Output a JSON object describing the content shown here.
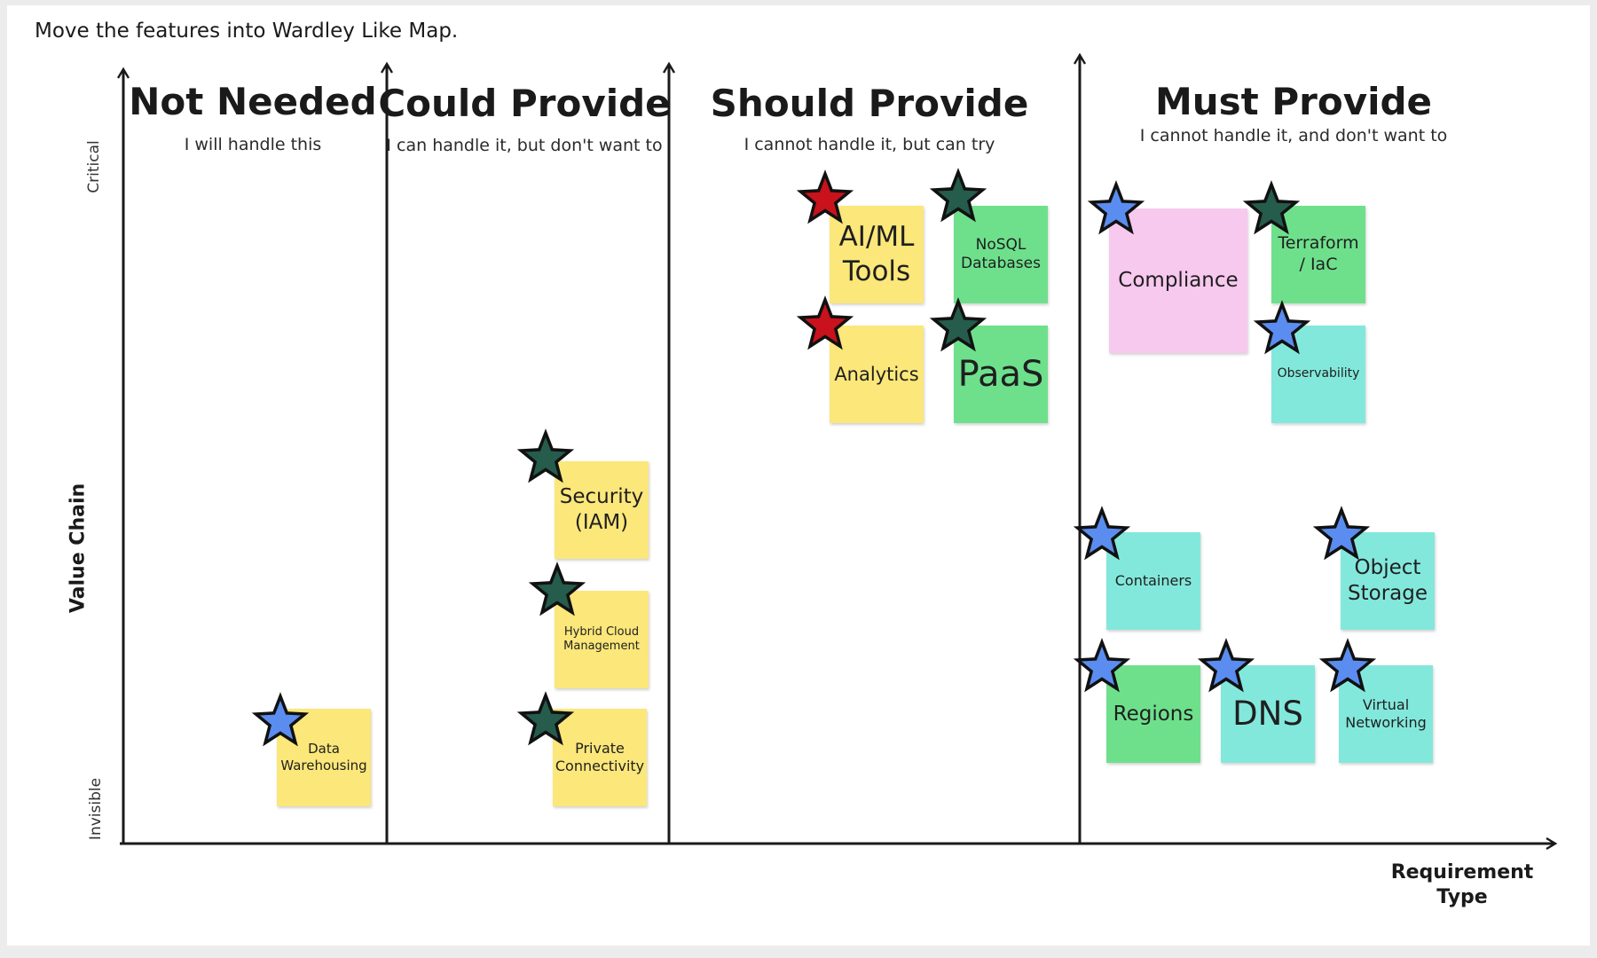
{
  "instruction": "Move the features into Wardley Like Map.",
  "columns": [
    {
      "title": "Not Needed",
      "subtitle": "I will handle this"
    },
    {
      "title": "Could Provide",
      "subtitle": "I can handle it, but don't want to"
    },
    {
      "title": "Should Provide",
      "subtitle": "I cannot handle it, but can try"
    },
    {
      "title": "Must Provide",
      "subtitle": "I cannot handle it, and don't want to"
    }
  ],
  "y_axis": {
    "label": "Value Chain",
    "top": "Critical",
    "bottom": "Invisible"
  },
  "x_axis": {
    "label": "Requirement Type"
  },
  "colors": {
    "yellow_note": "#fbe77a",
    "green_note": "#6ee08c",
    "teal_note": "#83e8dc",
    "pink_note": "#f7c9ee",
    "star_red": "#c9121b",
    "star_dark_green": "#255c4b",
    "star_blue": "#5b8df0"
  },
  "notes": [
    {
      "text": "Data Warehousing",
      "color": "yellow",
      "star": "blue"
    },
    {
      "text": "Security (IAM)",
      "color": "yellow",
      "star": "dark_green"
    },
    {
      "text": "Hybrid Cloud Management",
      "color": "yellow",
      "star": "dark_green"
    },
    {
      "text": "Private Connectivity",
      "color": "yellow",
      "star": "dark_green"
    },
    {
      "text": "AI/ML Tools",
      "color": "yellow",
      "star": "red"
    },
    {
      "text": "NoSQL Databases",
      "color": "green",
      "star": "dark_green"
    },
    {
      "text": "Analytics",
      "color": "yellow",
      "star": "red"
    },
    {
      "text": "PaaS",
      "color": "green",
      "star": "dark_green"
    },
    {
      "text": "Compliance",
      "color": "pink",
      "star": "blue"
    },
    {
      "text": "Terraform / IaC",
      "color": "green",
      "star": "dark_green"
    },
    {
      "text": "Observability",
      "color": "teal",
      "star": "blue"
    },
    {
      "text": "Containers",
      "color": "teal",
      "star": "blue"
    },
    {
      "text": "Object Storage",
      "color": "teal",
      "star": "blue"
    },
    {
      "text": "Regions",
      "color": "green",
      "star": "blue"
    },
    {
      "text": "DNS",
      "color": "teal",
      "star": "blue"
    },
    {
      "text": "Virtual Networking",
      "color": "teal",
      "star": "blue"
    }
  ]
}
